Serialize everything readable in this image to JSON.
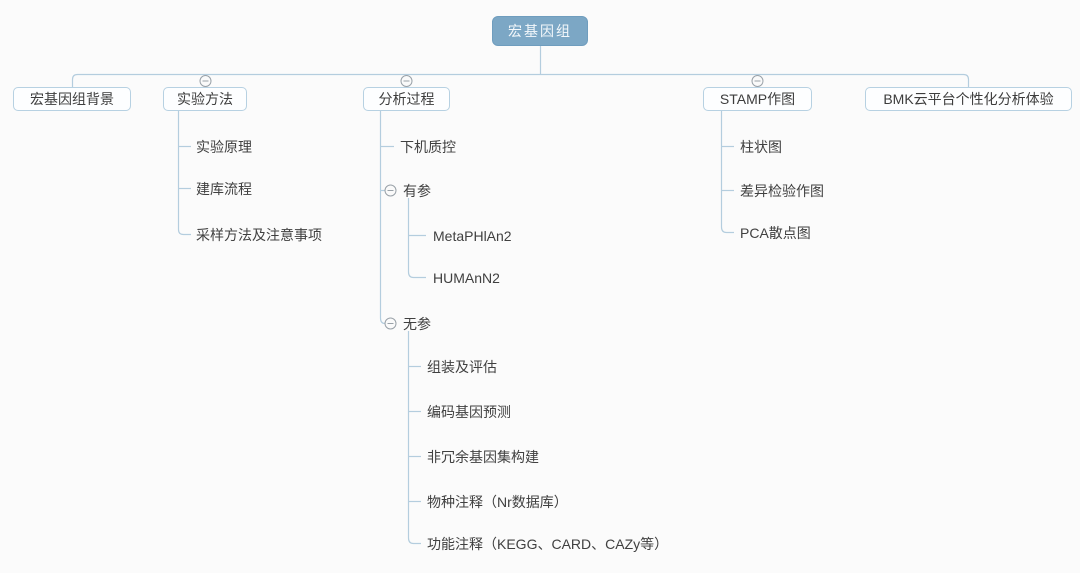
{
  "app": {
    "kind": "mind-map",
    "background_color": "#fbfbfb"
  },
  "colors": {
    "root_fill": "#7ca7c5",
    "root_text": "#f4f8fb",
    "branch_box_fill": "#fdfeff",
    "branch_box_border": "#b7d1e2",
    "connector": "#b4cdde",
    "collapse_icon": "#99a1a8",
    "topic_text": "#404040"
  },
  "icons": {
    "collapse": "collapse-minus-icon"
  },
  "tree": {
    "root": {
      "label": "宏基因组"
    },
    "branches": [
      {
        "label": "宏基因组背景"
      },
      {
        "label": "实验方法",
        "children": [
          {
            "label": "实验原理"
          },
          {
            "label": "建库流程"
          },
          {
            "label": "采样方法及注意事项"
          }
        ]
      },
      {
        "label": "分析过程",
        "children": [
          {
            "label": "下机质控"
          },
          {
            "label": "有参",
            "children": [
              {
                "label": "MetaPHlAn2"
              },
              {
                "label": "HUMAnN2"
              }
            ]
          },
          {
            "label": "无参",
            "children": [
              {
                "label": "组装及评估"
              },
              {
                "label": "编码基因预测"
              },
              {
                "label": "非冗余基因集构建"
              },
              {
                "label": "物种注释（Nr数据库）"
              },
              {
                "label": "功能注释（KEGG、CARD、CAZy等）"
              }
            ]
          }
        ]
      },
      {
        "label": "STAMP作图",
        "children": [
          {
            "label": "柱状图"
          },
          {
            "label": "差异检验作图"
          },
          {
            "label": "PCA散点图"
          }
        ]
      },
      {
        "label": "BMK云平台个性化分析体验"
      }
    ]
  }
}
